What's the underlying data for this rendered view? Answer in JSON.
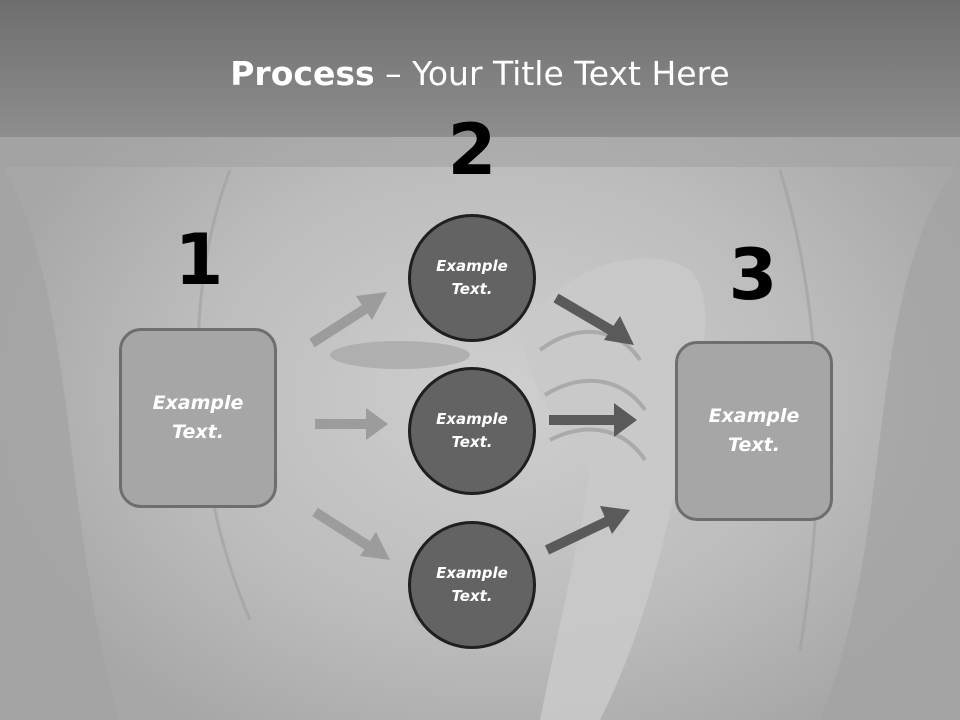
{
  "slide": {
    "title_bold": "Process",
    "title_rest": " – Your Title Text Here",
    "steps": [
      {
        "number": "1",
        "label": "Example Text."
      },
      {
        "number": "2",
        "label": "Example Text."
      },
      {
        "number": "3",
        "label": "Example Text."
      }
    ],
    "middle_nodes": [
      {
        "label": "Example Text."
      },
      {
        "label": "Example Text."
      },
      {
        "label": "Example Text."
      }
    ]
  },
  "colors": {
    "header": "#7e7e7e",
    "box_fill": "#a6a6a6",
    "circle_fill": "#636363",
    "arrow_light": "#9c9c9c",
    "arrow_dark": "#5a5a5a"
  }
}
